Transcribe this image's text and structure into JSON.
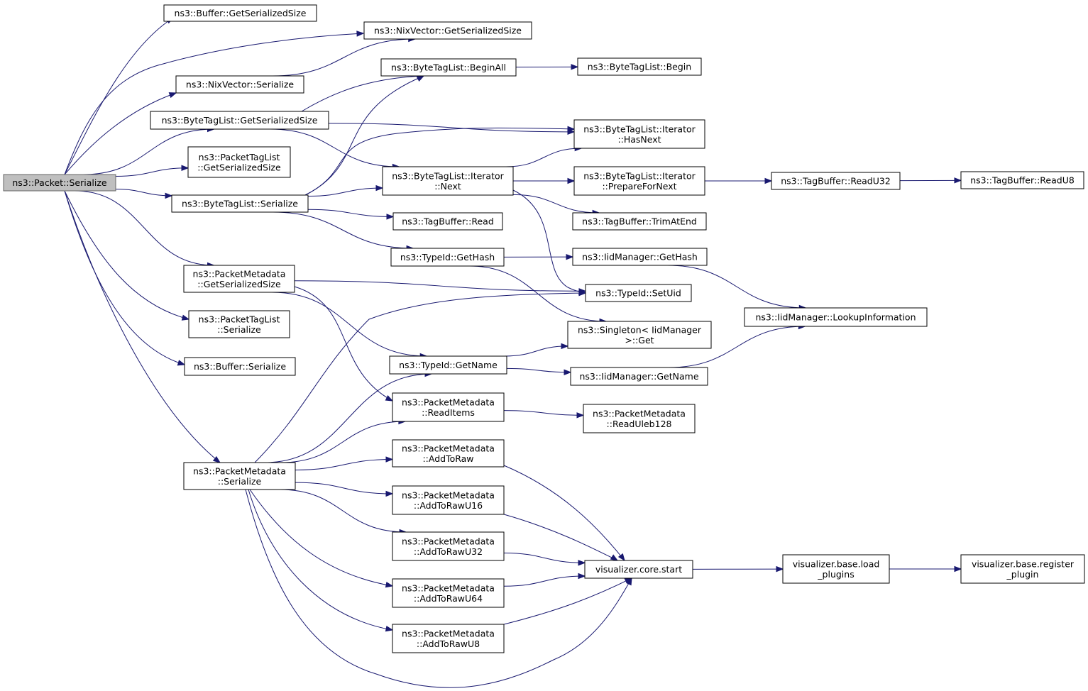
{
  "graph": {
    "edge_color": "#191970",
    "root_fill": "#bfbfbf",
    "nodes": [
      {
        "id": "root",
        "lines": [
          "ns3::Packet::Serialize"
        ],
        "root": true
      },
      {
        "id": "buf_gss",
        "lines": [
          "ns3::Buffer::GetSerializedSize"
        ]
      },
      {
        "id": "nix_gss",
        "lines": [
          "ns3::NixVector::GetSerializedSize"
        ]
      },
      {
        "id": "nix_ser",
        "lines": [
          "ns3::NixVector::Serialize"
        ]
      },
      {
        "id": "btl_gss",
        "lines": [
          "ns3::ByteTagList::GetSerializedSize"
        ]
      },
      {
        "id": "ptl_gss",
        "lines": [
          "ns3::PacketTagList",
          "::GetSerializedSize"
        ]
      },
      {
        "id": "btl_ser",
        "lines": [
          "ns3::ByteTagList::Serialize"
        ]
      },
      {
        "id": "pm_gss",
        "lines": [
          "ns3::PacketMetadata",
          "::GetSerializedSize"
        ]
      },
      {
        "id": "ptl_ser",
        "lines": [
          "ns3::PacketTagList",
          "::Serialize"
        ]
      },
      {
        "id": "buf_ser",
        "lines": [
          "ns3::Buffer::Serialize"
        ]
      },
      {
        "id": "pm_ser",
        "lines": [
          "ns3::PacketMetadata",
          "::Serialize"
        ]
      },
      {
        "id": "btl_beginall",
        "lines": [
          "ns3::ByteTagList::BeginAll"
        ]
      },
      {
        "id": "btl_begin",
        "lines": [
          "ns3::ByteTagList::Begin"
        ]
      },
      {
        "id": "it_hasnext",
        "lines": [
          "ns3::ByteTagList::Iterator",
          "::HasNext"
        ]
      },
      {
        "id": "it_next",
        "lines": [
          "ns3::ByteTagList::Iterator",
          "::Next"
        ]
      },
      {
        "id": "it_prep",
        "lines": [
          "ns3::ByteTagList::Iterator",
          "::PrepareForNext"
        ]
      },
      {
        "id": "tb_readu32",
        "lines": [
          "ns3::TagBuffer::ReadU32"
        ]
      },
      {
        "id": "tb_readu8",
        "lines": [
          "ns3::TagBuffer::ReadU8"
        ]
      },
      {
        "id": "tb_trim",
        "lines": [
          "ns3::TagBuffer::TrimAtEnd"
        ]
      },
      {
        "id": "tb_read",
        "lines": [
          "ns3::TagBuffer::Read"
        ]
      },
      {
        "id": "tid_gethash",
        "lines": [
          "ns3::TypeId::GetHash"
        ]
      },
      {
        "id": "iid_gethash",
        "lines": [
          "ns3::IidManager::GetHash"
        ]
      },
      {
        "id": "tid_setuid",
        "lines": [
          "ns3::TypeId::SetUid"
        ]
      },
      {
        "id": "iid_lookup",
        "lines": [
          "ns3::IidManager::LookupInformation"
        ]
      },
      {
        "id": "singleton_get",
        "lines": [
          "ns3::Singleton< IidManager",
          ">::Get"
        ]
      },
      {
        "id": "tid_getname",
        "lines": [
          "ns3::TypeId::GetName"
        ]
      },
      {
        "id": "iid_getname",
        "lines": [
          "ns3::IidManager::GetName"
        ]
      },
      {
        "id": "pm_readitems",
        "lines": [
          "ns3::PacketMetadata",
          "::ReadItems"
        ]
      },
      {
        "id": "pm_readuleb",
        "lines": [
          "ns3::PacketMetadata",
          "::ReadUleb128"
        ]
      },
      {
        "id": "pm_addtoraw",
        "lines": [
          "ns3::PacketMetadata",
          "::AddToRaw"
        ]
      },
      {
        "id": "pm_addtoraw16",
        "lines": [
          "ns3::PacketMetadata",
          "::AddToRawU16"
        ]
      },
      {
        "id": "pm_addtoraw32",
        "lines": [
          "ns3::PacketMetadata",
          "::AddToRawU32"
        ]
      },
      {
        "id": "pm_addtoraw64",
        "lines": [
          "ns3::PacketMetadata",
          "::AddToRawU64"
        ]
      },
      {
        "id": "pm_addtoraw8",
        "lines": [
          "ns3::PacketMetadata",
          "::AddToRawU8"
        ]
      },
      {
        "id": "vis_start",
        "lines": [
          "visualizer.core.start"
        ]
      },
      {
        "id": "vis_load",
        "lines": [
          "visualizer.base.load",
          "_plugins"
        ]
      },
      {
        "id": "vis_register",
        "lines": [
          "visualizer.base.register",
          "_plugin"
        ]
      }
    ],
    "edges": [
      {
        "from": "root",
        "to": "buf_gss"
      },
      {
        "from": "root",
        "to": "nix_gss"
      },
      {
        "from": "root",
        "to": "nix_ser"
      },
      {
        "from": "root",
        "to": "btl_gss"
      },
      {
        "from": "root",
        "to": "ptl_gss"
      },
      {
        "from": "root",
        "to": "btl_ser"
      },
      {
        "from": "root",
        "to": "pm_gss"
      },
      {
        "from": "root",
        "to": "ptl_ser"
      },
      {
        "from": "root",
        "to": "buf_ser"
      },
      {
        "from": "root",
        "to": "pm_ser"
      },
      {
        "from": "nix_ser",
        "to": "nix_gss"
      },
      {
        "from": "btl_gss",
        "to": "btl_beginall"
      },
      {
        "from": "btl_gss",
        "to": "it_hasnext"
      },
      {
        "from": "btl_gss",
        "to": "it_next"
      },
      {
        "from": "btl_ser",
        "to": "btl_beginall"
      },
      {
        "from": "btl_ser",
        "to": "it_hasnext"
      },
      {
        "from": "btl_ser",
        "to": "it_next"
      },
      {
        "from": "btl_ser",
        "to": "tb_read"
      },
      {
        "from": "btl_ser",
        "to": "tid_gethash"
      },
      {
        "from": "btl_beginall",
        "to": "btl_begin"
      },
      {
        "from": "it_next",
        "to": "it_hasnext"
      },
      {
        "from": "it_next",
        "to": "it_prep"
      },
      {
        "from": "it_next",
        "to": "tb_trim"
      },
      {
        "from": "it_next",
        "to": "tid_setuid"
      },
      {
        "from": "it_prep",
        "to": "tb_readu32"
      },
      {
        "from": "tb_readu32",
        "to": "tb_readu8"
      },
      {
        "from": "tid_gethash",
        "to": "iid_gethash"
      },
      {
        "from": "tid_gethash",
        "to": "singleton_get"
      },
      {
        "from": "iid_gethash",
        "to": "iid_lookup"
      },
      {
        "from": "pm_gss",
        "to": "tid_setuid"
      },
      {
        "from": "pm_gss",
        "to": "tid_getname"
      },
      {
        "from": "pm_gss",
        "to": "pm_readitems"
      },
      {
        "from": "tid_getname",
        "to": "singleton_get"
      },
      {
        "from": "tid_getname",
        "to": "iid_getname"
      },
      {
        "from": "iid_getname",
        "to": "iid_lookup"
      },
      {
        "from": "pm_readitems",
        "to": "pm_readuleb"
      },
      {
        "from": "pm_ser",
        "to": "tid_setuid"
      },
      {
        "from": "pm_ser",
        "to": "tid_getname"
      },
      {
        "from": "pm_ser",
        "to": "pm_readitems"
      },
      {
        "from": "pm_ser",
        "to": "pm_addtoraw"
      },
      {
        "from": "pm_ser",
        "to": "pm_addtoraw16"
      },
      {
        "from": "pm_ser",
        "to": "pm_addtoraw32"
      },
      {
        "from": "pm_ser",
        "to": "pm_addtoraw64"
      },
      {
        "from": "pm_ser",
        "to": "pm_addtoraw8"
      },
      {
        "from": "pm_ser",
        "to": "vis_start"
      },
      {
        "from": "pm_addtoraw",
        "to": "vis_start"
      },
      {
        "from": "pm_addtoraw16",
        "to": "vis_start"
      },
      {
        "from": "pm_addtoraw32",
        "to": "vis_start"
      },
      {
        "from": "pm_addtoraw64",
        "to": "vis_start"
      },
      {
        "from": "pm_addtoraw8",
        "to": "vis_start"
      },
      {
        "from": "vis_start",
        "to": "vis_load"
      },
      {
        "from": "vis_load",
        "to": "vis_register"
      }
    ]
  }
}
